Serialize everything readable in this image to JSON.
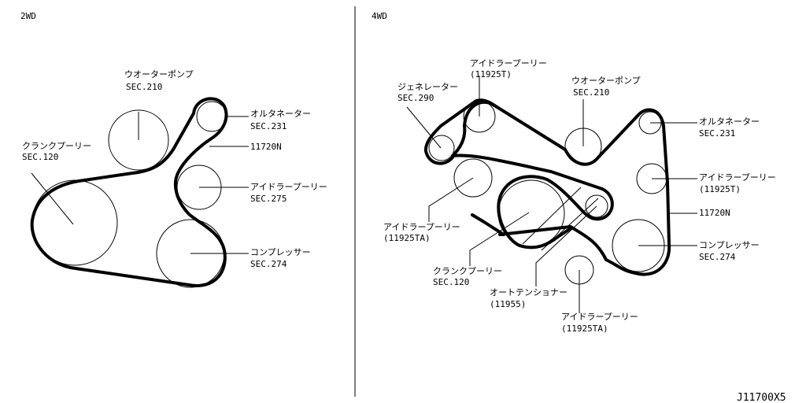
{
  "left_panel": {
    "title": "2WD",
    "labels": {
      "water_pump": {
        "name": "ウオーターポンプ",
        "code": "SEC.210"
      },
      "alternator": {
        "name": "オルタネーター",
        "code": "SEC.231"
      },
      "belt": {
        "code": "11720N"
      },
      "crank_pulley": {
        "name": "クランクプーリー",
        "code": "SEC.120"
      },
      "idler_pulley": {
        "name": "アイドラープーリー",
        "code": "SEC.275"
      },
      "compressor": {
        "name": "コンプレッサー",
        "code": "SEC.274"
      }
    }
  },
  "right_panel": {
    "title": "4WD",
    "labels": {
      "idler_top": {
        "name": "アイドラープーリー",
        "code": "(11925T)"
      },
      "generator": {
        "name": "ジェネレーター",
        "code": "SEC.290"
      },
      "water_pump": {
        "name": "ウオーターポンプ",
        "code": "SEC.210"
      },
      "alternator": {
        "name": "オルタネーター",
        "code": "SEC.231"
      },
      "idler_right": {
        "name": "アイドラープーリー",
        "code": "(11925T)"
      },
      "belt": {
        "code": "11720N"
      },
      "idler_left": {
        "name": "アイドラープーリー",
        "code": "(11925TA)"
      },
      "compressor": {
        "name": "コンプレッサー",
        "code": "SEC.274"
      },
      "crank_pulley": {
        "name": "クランクプーリー",
        "code": "SEC.120"
      },
      "auto_tensioner": {
        "name": "オートテンショナー",
        "code": "(11955)"
      },
      "idler_bottom": {
        "name": "アイドラープーリー",
        "code": "(11925TA)"
      }
    }
  },
  "figure_id": "J11700X5"
}
